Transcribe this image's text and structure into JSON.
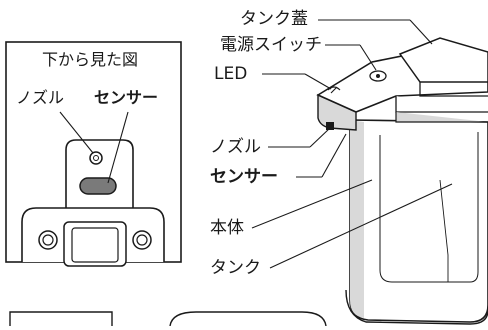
{
  "inset": {
    "title": "下から見た図",
    "nozzle_label": "ノズル",
    "sensor_label": "センサー"
  },
  "callouts": {
    "tank_lid": "タンク蓋",
    "power_switch": "電源スイッチ",
    "led": "LED",
    "nozzle": "ノズル",
    "sensor": "センサー",
    "body": "本体",
    "tank": "タンク"
  },
  "colors": {
    "line": "#1a1a1a",
    "shade": "#d9d9d9",
    "sensor_fill": "#7a7a7a"
  }
}
